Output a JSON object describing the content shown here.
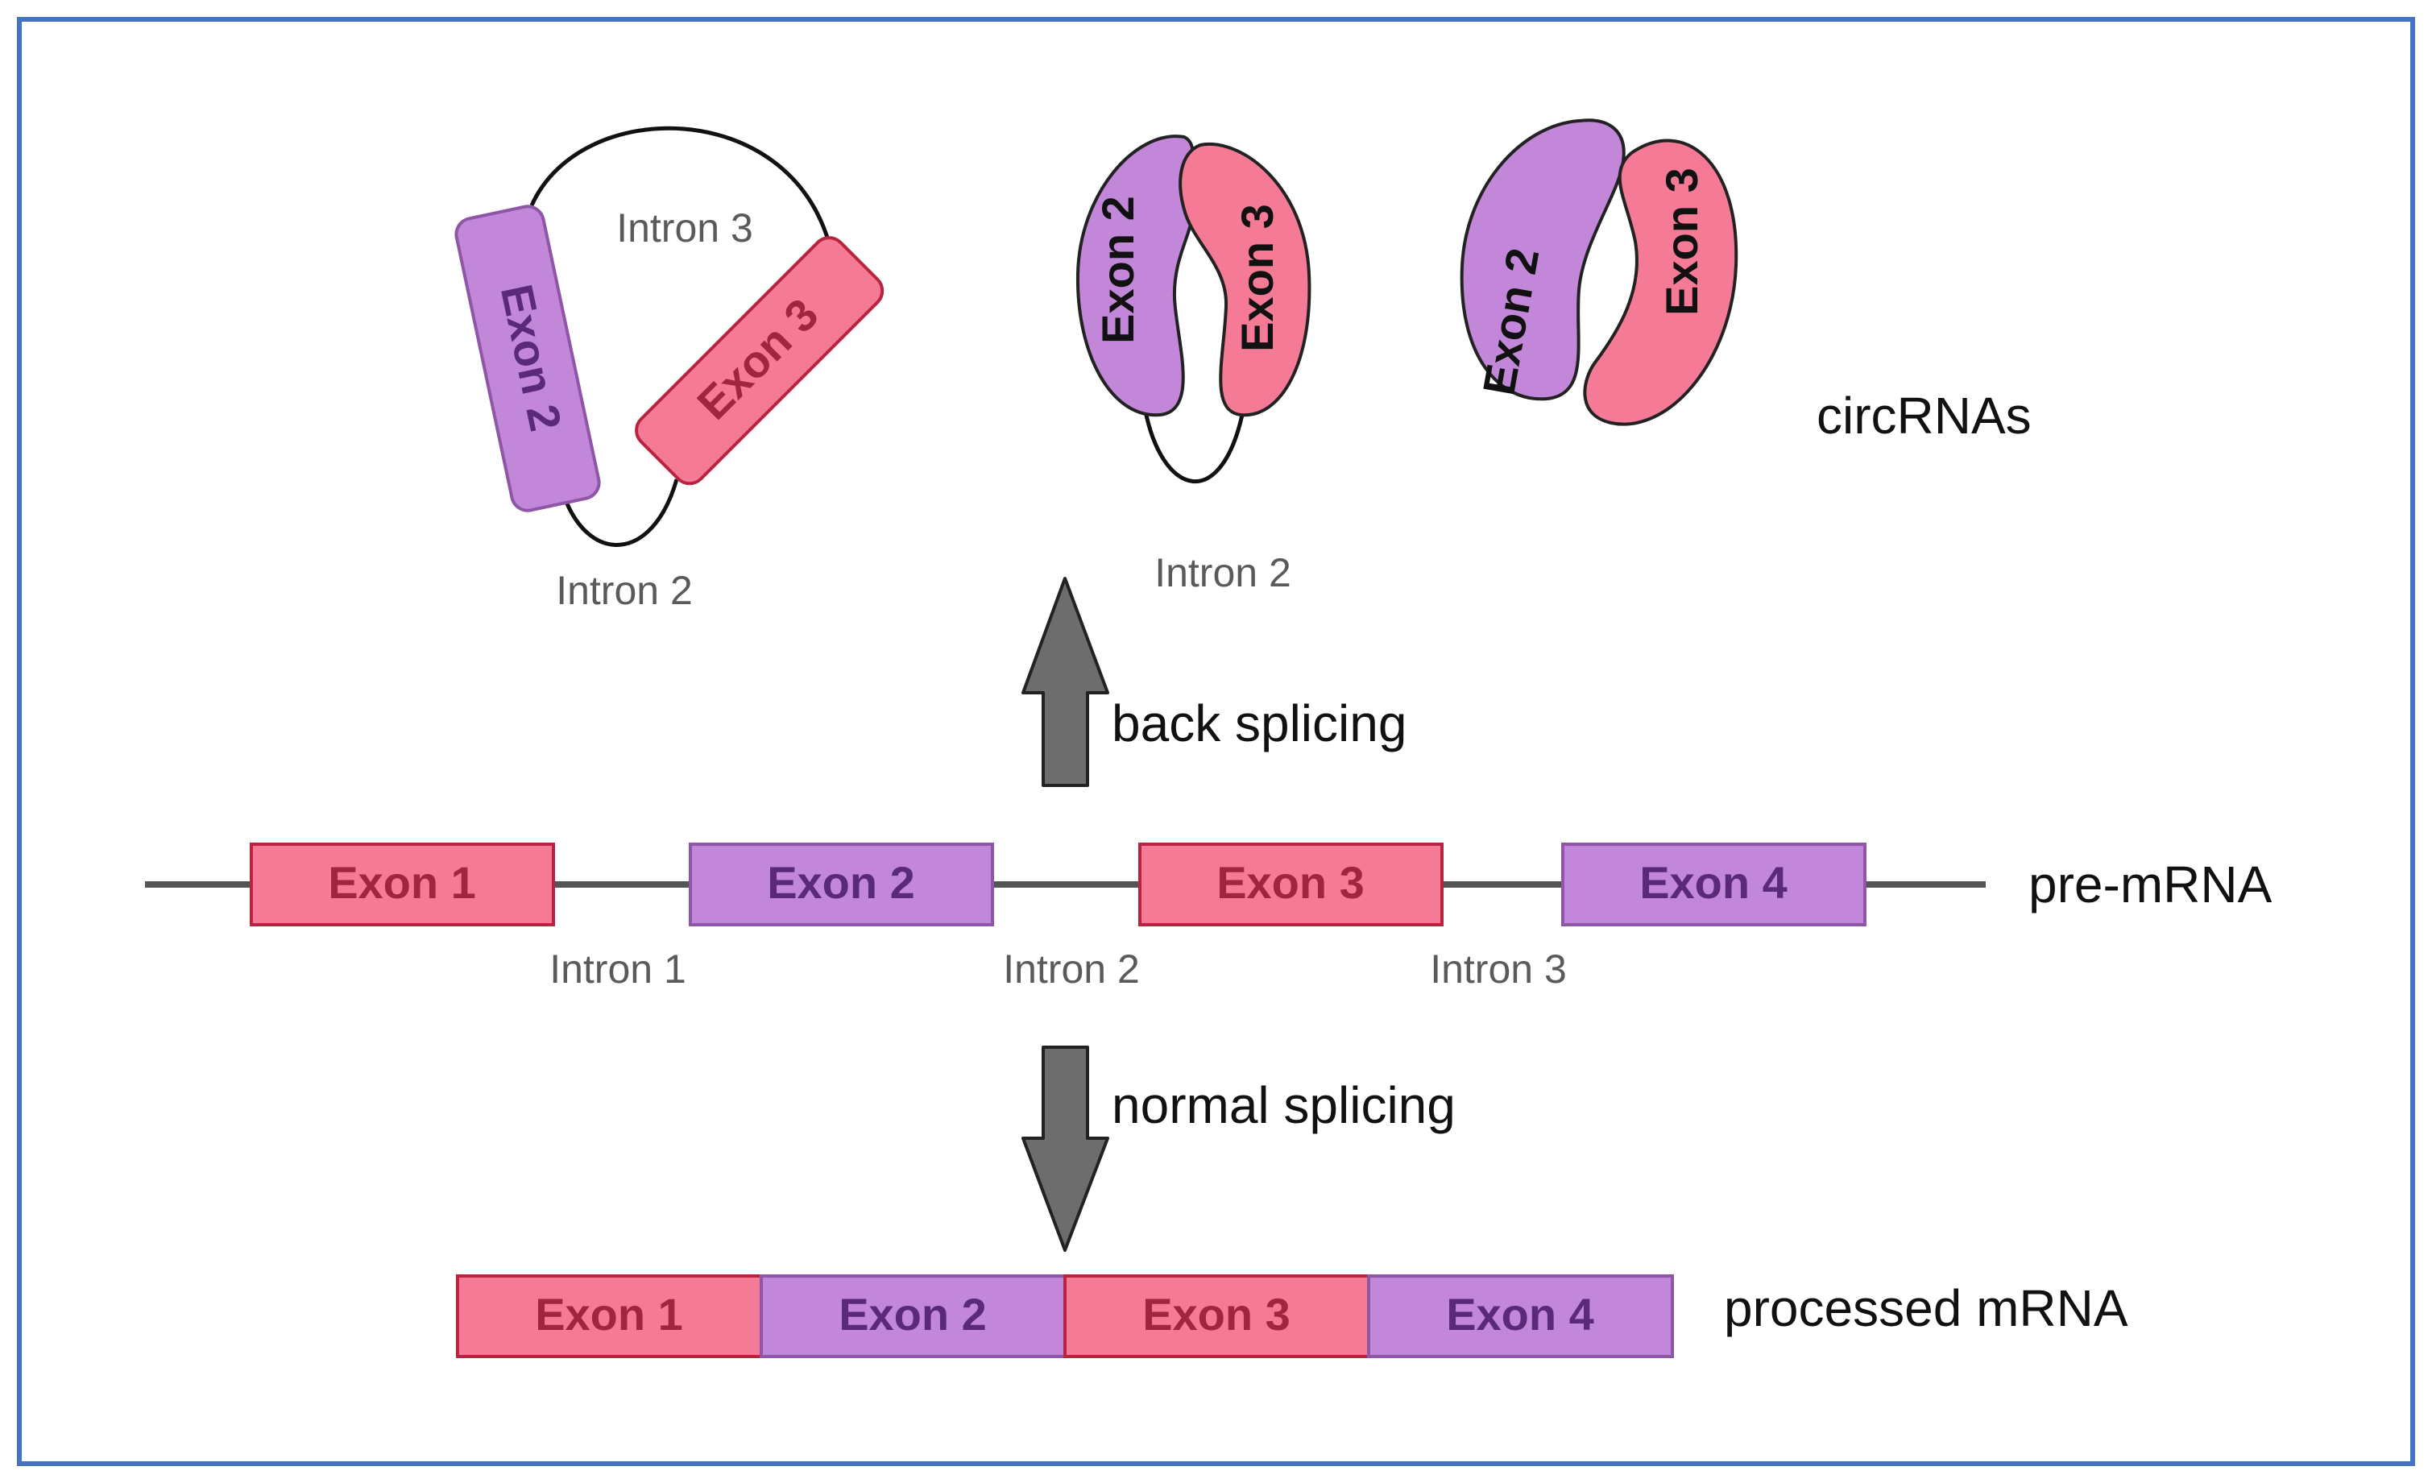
{
  "colors": {
    "frame": "#4472c4",
    "exon_pink": "#f57a95",
    "exon_pink_stroke": "#b8243f",
    "exon_pink_text": "#a32440",
    "exon_purple": "#c387d9",
    "exon_purple_stroke": "#8f56a7",
    "exon_purple_text": "#5a2a78",
    "line": "#555555",
    "arrow_fill": "#6d6d6d",
    "arrow_stroke": "#222222"
  },
  "circrnas": {
    "label": "circRNAs",
    "first": {
      "exon2": "Exon 2",
      "exon3": "Exon 3",
      "intron3": "Intron 3",
      "intron2": "Intron 2"
    },
    "second": {
      "exon2": "Exon 2",
      "exon3": "Exon 3",
      "intron2": "Intron 2"
    },
    "third": {
      "exon2": "Exon 2",
      "exon3": "Exon 3"
    }
  },
  "back_splicing": {
    "label": "back splicing"
  },
  "pre_mrna": {
    "label": "pre-mRNA",
    "exons": [
      "Exon 1",
      "Exon 2",
      "Exon 3",
      "Exon 4"
    ],
    "introns": [
      "Intron 1",
      "Intron 2",
      "Intron 3"
    ]
  },
  "normal_splicing": {
    "label": "normal splicing"
  },
  "processed_mrna": {
    "label": "processed mRNA",
    "exons": [
      "Exon 1",
      "Exon 2",
      "Exon 3",
      "Exon 4"
    ]
  }
}
